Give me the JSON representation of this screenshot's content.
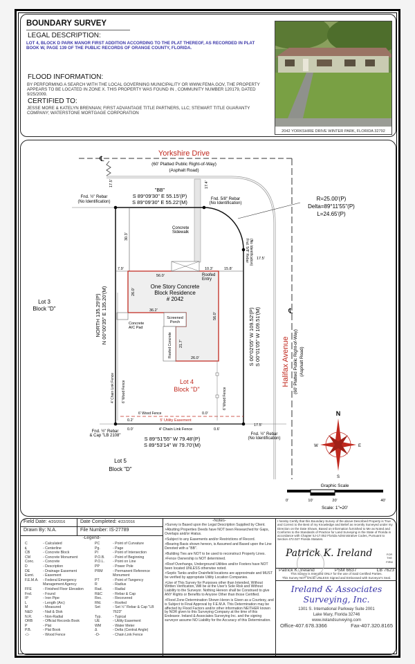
{
  "header": {
    "title": "BOUNDARY SURVEY",
    "legal_heading": "LEGAL DESCRIPTION:",
    "legal_text": "LOT 4, BLOCK D PARK MANOR FIRST ADDITION ACCORDING TO THE PLAT THEREOF, AS RECORDED IN PLAT BOOK W, PAGE 139 OF THE PUBLIC RECORDS OF ORANGE COUNTY, FLORIDA.",
    "flood_heading": "FLOOD INFORMATION:",
    "flood_text": "BY PERFORMING A SEARCH WITH THE LOCAL GOVERNING MUNICIPALITY OR WWW.FEMA.GOV, THE PROPERTY APPEARS TO BE LOCATED IN ZONE X. THIS PROPERTY WAS FOUND IN , COMMUNITY NUMBER 120179, DATED 9/25/2009.",
    "certified_heading": "CERTIFIED TO:",
    "certified_text": "JESSE MORE & KATELYN BRENNAN; FIRST ADVANTAGE TITLE PARTNERS, LLC; STEWART TITLE GUARANTY COMPANY; WATERSTONE MORTGAGE CORPORATION",
    "photo_caption": "2042 YORKSHIRE DRIVE  WINTER PARK, FLORIDA 32792"
  },
  "plan": {
    "centerline_symbol": "℄",
    "road_top": {
      "name": "Yorkshire Drive",
      "row": "(60' Platted Public Right-of-Way)",
      "surface": "(Asphalt Road)"
    },
    "road_right": {
      "name": "Halifax Avenue",
      "row": "(60' Platted Public Right-of-Way)",
      "surface": "(Asphalt Road)"
    },
    "top_line": {
      "tag": "\"BB\"",
      "plat": "S 89°09'30\" E  55.15'(P)",
      "measured": "S 89°09'30\" E  55.22'(M)"
    },
    "bottom_line": {
      "plat": "S 89°51'55\" W  79.48'(P)",
      "measured": "S 89°53'14\" W  79.70'(M)"
    },
    "left_line": {
      "plat": "NORTH  135.29'(P)",
      "measured": "N 00°00'35\" E  135.20'(M)"
    },
    "right_line": {
      "plat": "S 00°02'05\" W  109.52'(P)",
      "measured": "S 00°01'05\" W  109.51'(M)"
    },
    "curve": {
      "r": "R=25.00'(P)",
      "delta": "Delta=89°11'55\"(P)",
      "l": "L=24.65'(P)"
    },
    "monuments": {
      "nw": [
        "Fnd. ½\" Rebar",
        "(No Identification)"
      ],
      "ne": [
        "Fnd. 5/8\" Rebar",
        "(No Identification)"
      ],
      "e": [
        "Fnd. 5/8\" Rebar",
        "(No Identification)"
      ],
      "sw": [
        "Fnd. ½\" Rebar",
        "& Cap \"LB 2108\""
      ],
      "se": [
        "Fnd. ½\" Rebar",
        "(No Identification)"
      ]
    },
    "residence": [
      "One Story Concrete",
      "Block Residence",
      "# 2042"
    ],
    "lot": [
      "Lot 4",
      "Block \"D\""
    ],
    "lot3": [
      "Lot 3",
      "Block \"D\""
    ],
    "lot5": [
      "Lot 5",
      "Block \"D\""
    ],
    "labels": {
      "sidewalk": [
        "Concrete",
        "Sidewalk"
      ],
      "entry": [
        "Roofed",
        "Entry"
      ],
      "porch": [
        "Screened",
        "Porch"
      ],
      "ac": [
        "Concrete",
        "A/C Pad"
      ],
      "roofed_concrete": "Roofed Concrete",
      "easement": "5' Utility Easement",
      "chain_fence": "4' Chain Link Fence",
      "wood_fence": "6' Wood Fence",
      "chain_fence_v": "4' Chain Link Fence",
      "wood_fence_v": "6' Wood Fence",
      "wood_fence_r": "6' Wood Fence"
    },
    "dims": {
      "d175a": "17.5'",
      "d174": "17.4'",
      "d303": "30.3'",
      "d79": "7.9'",
      "d560": "56.0'",
      "d103": "10.3'",
      "d158": "15.8'",
      "d260a": "26.0'",
      "d362": "36.2'",
      "d560b": "56.0'",
      "d217": "21.7'",
      "d260b": "26.0'",
      "d175b": "17.5'",
      "d175c": "17.5'",
      "d02": "0.2'",
      "d00a": "0.0'",
      "d00b": "0.0'",
      "d06": "0.6'"
    }
  },
  "scale": {
    "title": "Graphic Scale",
    "ticks": [
      "0'",
      "10'",
      "20'",
      "40'"
    ],
    "label": "Scale: 1\"=20'"
  },
  "compass": {
    "n": "N",
    "s": "S",
    "e": "E",
    "w": "W",
    "color": "#c0281e"
  },
  "table": {
    "field_date_label": "Field Date:",
    "field_date": "4/20/2016",
    "completed_label": "Date Completed:",
    "completed": "4/22/2016",
    "drawn_label": "Drawn By:",
    "drawn": "N.A.",
    "file_label": "File Number:",
    "file": "IS-27789",
    "legend_title": "-Legend-",
    "legend_left": [
      [
        "C",
        "- Calculated"
      ],
      [
        "℄",
        "- Centerline"
      ],
      [
        "CB",
        "- Concrete Block"
      ],
      [
        "CM",
        "- Concrete Monument"
      ],
      [
        "Conc.",
        "- Concrete"
      ],
      [
        "D",
        "- Description"
      ],
      [
        "DE",
        "- Drainage Easement"
      ],
      [
        "Esmt.",
        "- Easement"
      ],
      [
        "F.E.M.A.",
        "- Federal Emergency Management Agency"
      ],
      [
        "FFE",
        "- Finished Floor Elevation"
      ],
      [
        "Fnd.",
        "- Found"
      ],
      [
        "IP",
        "- Iron Pipe"
      ],
      [
        "L",
        "- Length (Arc)"
      ],
      [
        "M",
        "- Measured"
      ],
      [
        "N&D",
        "- Nail & Disk"
      ],
      [
        "N.R.",
        "- Non-Radial"
      ],
      [
        "ORB",
        "- Official Records Book"
      ],
      [
        "P",
        "- Plat"
      ],
      [
        "P.B.",
        "- Plat Book"
      ],
      [
        "-□-",
        "- Wood Fence"
      ]
    ],
    "legend_right": [
      [
        "PC",
        "- Point of Curvature"
      ],
      [
        "Pg.",
        "- Page"
      ],
      [
        "PI",
        "- Point of Intersection"
      ],
      [
        "P.O.B.",
        "- Point of Beginning"
      ],
      [
        "P.O.L.",
        "- Point on Line"
      ],
      [
        "PP",
        "- Power Pole"
      ],
      [
        "PRM",
        "- Permanent Reference Monument"
      ],
      [
        "PT",
        "- Point of Tangency"
      ],
      [
        "R",
        "- Radius"
      ],
      [
        "Rad.",
        "- Radial"
      ],
      [
        "R&C",
        "- Rebar & Cap"
      ],
      [
        "Rec.",
        "- Recovered"
      ],
      [
        "Rfd.",
        "- Roofed"
      ],
      [
        "Set",
        "- Set ½\" Rebar & Cap \"LB 7623\""
      ],
      [
        "Typ.",
        "- Typical"
      ],
      [
        "UE",
        "- Utility Easement"
      ],
      [
        "WM",
        "- Water Meter"
      ],
      [
        "Δ",
        "- Delta (Central Angle)"
      ],
      [
        "-O-",
        "- Chain Link Fence"
      ]
    ],
    "notes_title": "-Notes-",
    "notes": [
      ">Survey is Based upon the Legal Description Supplied by Client.",
      ">Abutting Properties Deeds have NOT been Researched for Gaps, Overlaps and/or Hiatus.",
      ">Subject to any Easements and/or Restrictions of Record.",
      ">Bearing Basis shown hereon, is Assumed and Based upon the Line Denoted with a \"BB\".",
      ">Building Ties are NOT to be used to reconstruct Property Lines.",
      ">Fence Ownership is NOT determined.",
      ">Roof Overhangs, Underground Utilities and/or Footers have NOT been located UNLESS otherwise noted.",
      ">Septic Tanks and/or Drainfield locations are approximate and MUST be verified by appropriate Utility Location Companies.",
      ">Use of This Survey for Purposes other than Intended, Without Written Verification, Will be at the User's Sole Risk and Without Liability to the Surveyor. Nothing Hereon shall be Construed to give ANY Rights or Benefits to Anyone Other than those Certified.",
      ">Flood Zone Determination Shown Heron is Given as a Courtesy, and is Subject to Final Approval by F.E.M.A. This Determination may be affected by Flood Factors and/or other information NEITHER known by NOR given to this Surveying Company at the time of this Endeavor. Ireland & Associates Surveying Inc. and the signing surveyor assume NO Liability for the Accuracy of this Determination."
    ],
    "certification": "I hereby Certify that this Boundary Survey of the above Described Property is True and Correct to the Best of my Knowledge and Belief as recently Surveyed under my Direction on the Date Shown, Based on Information furnished to Me as Noted and Conforms to the Standards of Practice for Land Surveying in the State of Florida in accordance with Chapter 5J-17.052 Florida Administrative Codes, Pursuant to Section 472.027 Florida Statutes.",
    "signature": "Patrick K. Ireland",
    "for_the_firm": "FOR THE FIRM",
    "surveyor_name": "Patrick K. Ireland",
    "psm": "PSM 6637",
    "lb": "LB 7623",
    "intended": "This Survey is Intended ONLY for the use of Said Certified Parties.",
    "not_valid": "This Survey NOT VALID UNLESS Signed and Embossed with Surveyor's Seal.",
    "firm": "Ireland & Associates Surveying, Inc.",
    "address1": "1301 S. International Parkway  Suite 2001",
    "address2": "Lake Mary, Florida  32746",
    "web": "www.irelandsurveying.com",
    "office": "Office-407.678.3366",
    "fax": "Fax-407.320.8165"
  }
}
